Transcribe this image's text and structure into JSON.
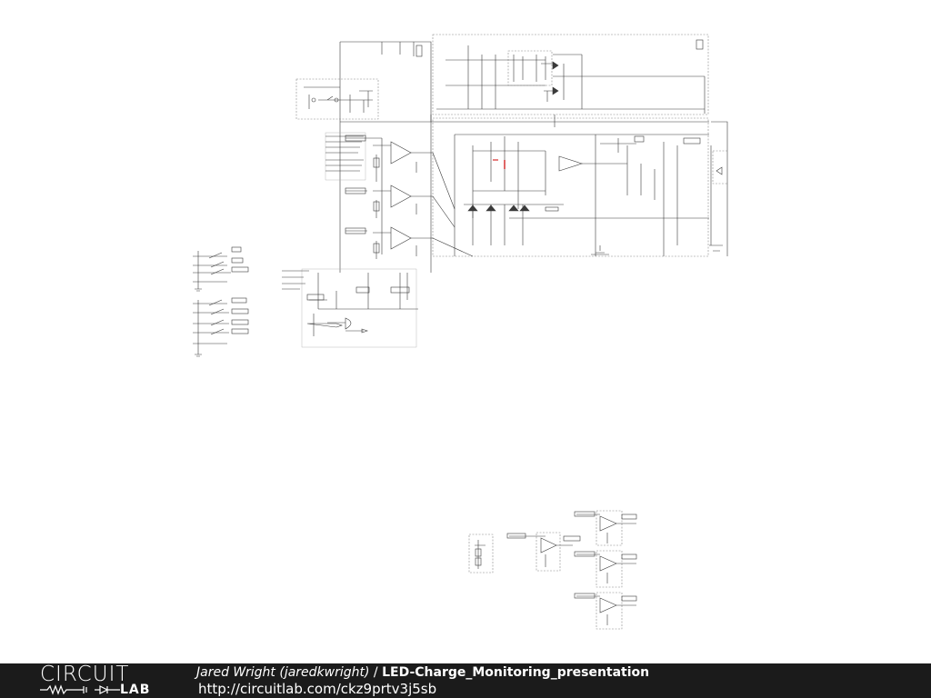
{
  "footer": {
    "logo_top": "CIRCUIT",
    "logo_bottom": "LAB",
    "author": "Jared Wright (jaredkwright)",
    "separator": " / ",
    "project_title": "LED-Charge_Monitoring_presentation",
    "url": "http://circuitlab.com/ckz9prtv3j5sb"
  },
  "colors": {
    "footer_background": "#1b1b1b",
    "footer_text": "#ffffff",
    "wire": "#3a3a3a",
    "dashed_box": "#888888",
    "highlight_red": "#cc0000"
  },
  "schematic": {
    "note_text": "schematic content is rendered as unreadable-size linework"
  }
}
